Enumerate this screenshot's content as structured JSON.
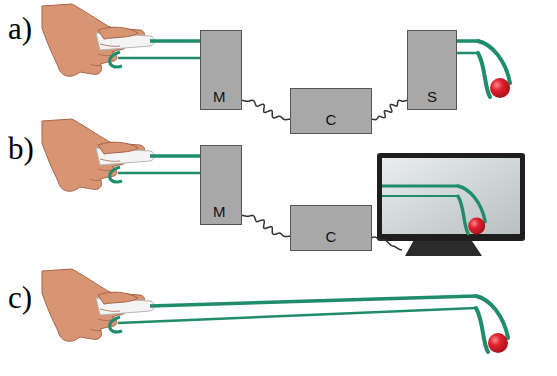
{
  "diagram": {
    "nodes": [
      {
        "text": [
          "M"
        ]
      },
      {
        "text": [
          "C"
        ]
      },
      {
        "text": [
          "S"
        ]
      },
      {
        "text": [
          "M"
        ]
      },
      {
        "text": [
          "C"
        ]
      }
    ],
    "edges": [
      {
        "from": 0,
        "to": 1,
        "arrow": "none"
      },
      {
        "from": 1,
        "to": 2,
        "arrow": "none"
      },
      {
        "from": 3,
        "to": 4,
        "arrow": "none"
      }
    ],
    "labels": [
      "a)",
      "b)",
      "c)"
    ]
  }
}
